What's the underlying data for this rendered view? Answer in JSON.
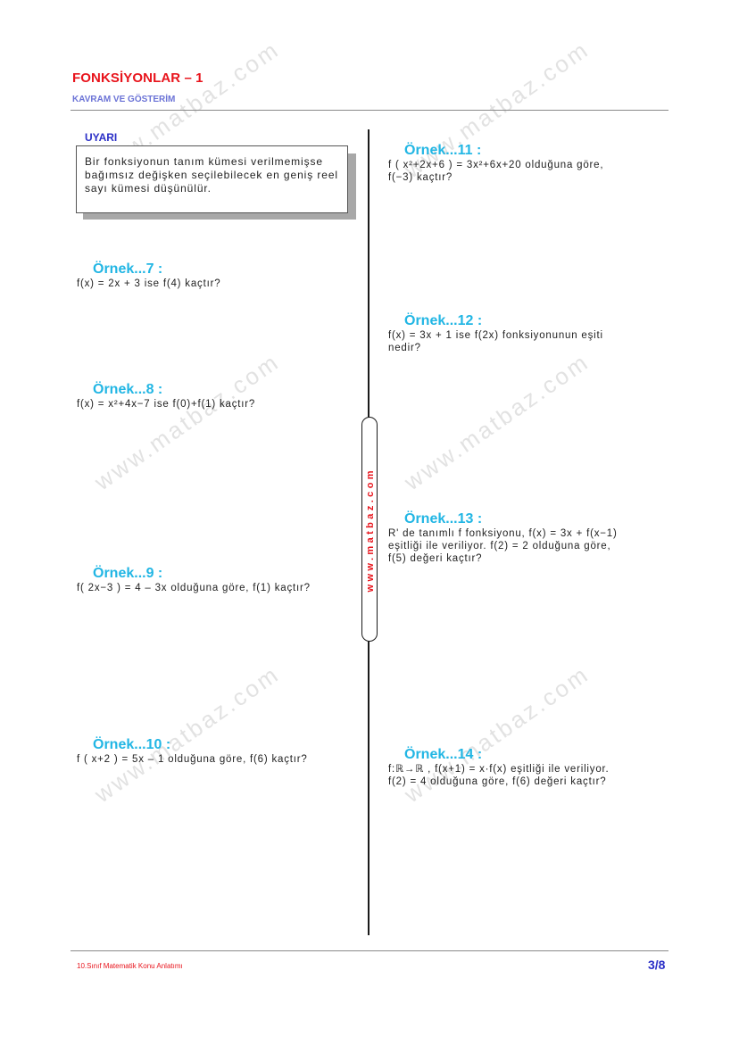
{
  "header": {
    "title": "FONKSİYONLAR – 1",
    "subtitle": "KAVRAM VE GÖSTERİM"
  },
  "warning": {
    "label": "UYARI",
    "text": "Bir fonksiyonun tanım kümesi verilmemişse bağımsız değişken seçilebilecek en geniş reel sayı kümesi düşünülür."
  },
  "divider": {
    "brand_text": "www.matbaz.com"
  },
  "examples_left": [
    {
      "heading": "Örnek...7 :",
      "body": "f(x) = 2x + 3 ise f(4) kaçtır?"
    },
    {
      "heading": "Örnek...8 :",
      "body": "f(x) = x²+4x−7 ise f(0)+f(1) kaçtır?"
    },
    {
      "heading": "Örnek...9 :",
      "body": "f( 2x−3 ) = 4 – 3x olduğuna göre, f(1) kaçtır?"
    },
    {
      "heading": "Örnek...10 :",
      "body": "f ( x+2 ) = 5x – 1 olduğuna göre, f(6) kaçtır?"
    }
  ],
  "examples_right": [
    {
      "heading": "Örnek...11 :",
      "body": "f ( x²+2x+6 ) = 3x²+6x+20 olduğuna göre,\nf(−3) kaçtır?"
    },
    {
      "heading": "Örnek...12 :",
      "body": "f(x) = 3x + 1 ise f(2x) fonksiyonunun eşiti\nnedir?"
    },
    {
      "heading": "Örnek...13 :",
      "body": "R' de tanımlı f fonksiyonu, f(x) = 3x + f(x−1)\neşitliği ile veriliyor. f(2) = 2 olduğuna göre,\nf(5) değeri kaçtır?"
    },
    {
      "heading": "Örnek...14 :",
      "body": " f:ℝ→ℝ  , f(x+1) = x·f(x) eşitliği ile veriliyor.\nf(2) = 4 olduğuna göre, f(6) değeri kaçtır?"
    }
  ],
  "watermark": {
    "text": "www.matbaz.com"
  },
  "footer": {
    "course": "10.Sınıf Matematik Konu Anlatımı",
    "page": "3/8"
  },
  "colors": {
    "title_red": "#e8141c",
    "subtitle_blue": "#6b73d6",
    "example_cyan": "#22b6e4",
    "label_blue": "#2b2fc7"
  }
}
